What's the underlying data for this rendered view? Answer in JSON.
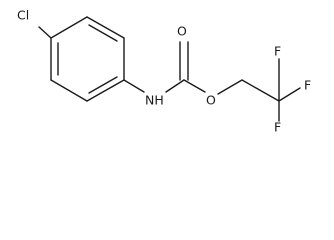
{
  "molecule": {
    "atoms": {
      "chlorine": "Cl",
      "nitrogen_hydrogen": "NH",
      "carbonyl_oxygen": "O",
      "ester_oxygen": "O",
      "fluorine_1": "F",
      "fluorine_2": "F",
      "fluorine_3": "F"
    }
  },
  "colors": {
    "bond": "#1a1a1a",
    "label": "#1a1a1a",
    "background": "#ffffff"
  }
}
